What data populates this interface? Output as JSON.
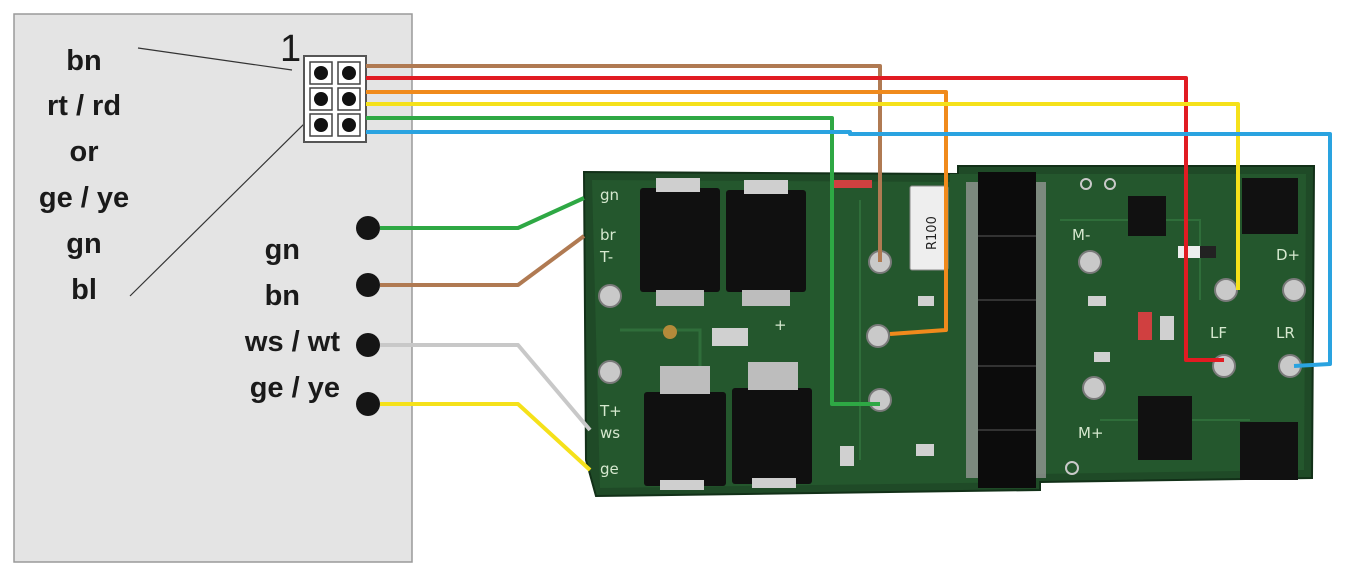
{
  "connector": {
    "pin_one_marker": "1",
    "pin_labels": [
      "bn",
      "rt / rd",
      "or",
      "ge / ye",
      "gn",
      "bl"
    ]
  },
  "pads": {
    "labels": [
      "gn",
      "bn",
      "ws / wt",
      "ge / ye"
    ]
  },
  "board": {
    "edge_labels": [
      "gn",
      "br",
      "T-",
      "T+",
      "ws",
      "ge"
    ],
    "resistor_marking": "R100",
    "marking_motor_minus": "M-",
    "marking_motor_plus": "M+",
    "marking_d_plus": "D+",
    "marking_lf": "LF",
    "marking_lr": "LR",
    "marking_plus": "+"
  },
  "wire_colors": {
    "brown": "#b07a52",
    "red": "#e11b22",
    "orange": "#f08a1c",
    "yellow": "#f5e11a",
    "green": "#2ea844",
    "blue": "#2aa3e0",
    "white": "#c8c8c8"
  }
}
